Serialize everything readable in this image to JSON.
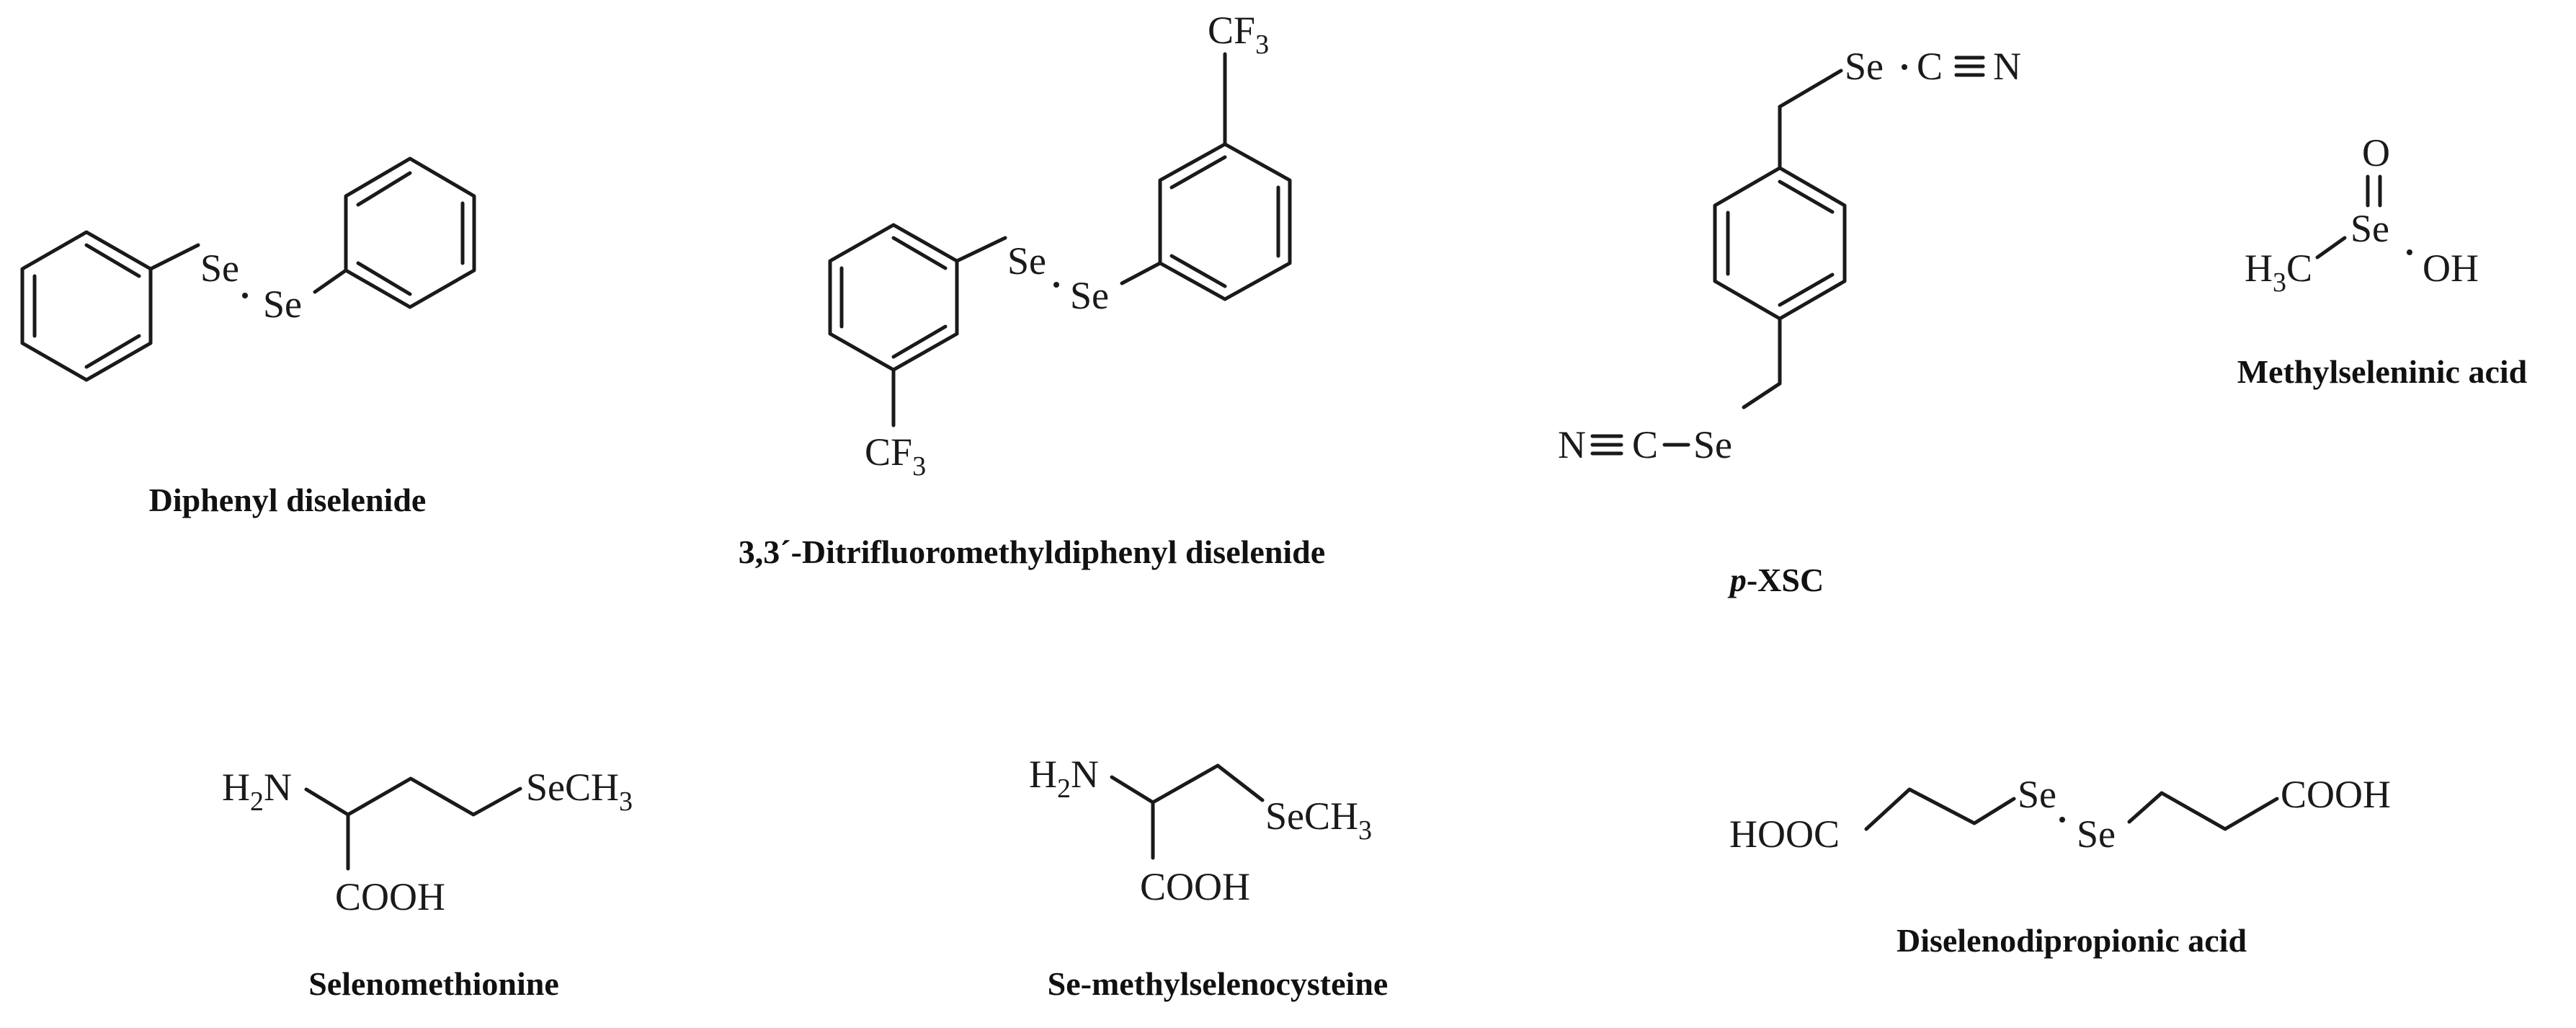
{
  "compounds": [
    {
      "name": "Diphenyl diselenide",
      "atoms": {
        "se1": "Se",
        "se2": "Se"
      }
    },
    {
      "name": "3,3´-Ditrifluoromethyldiphenyl diselenide",
      "atoms": {
        "se1": "Se",
        "se2": "Se",
        "cf3_top": "CF",
        "cf3_top_sub": "3",
        "cf3_bottom": "CF",
        "cf3_bottom_sub": "3"
      }
    },
    {
      "name_italic": "p",
      "name_rest": "-XSC",
      "atoms": {
        "top_se": "Se",
        "top_c": "C",
        "top_n": "N",
        "bottom_n": "N",
        "bottom_c": "C",
        "bottom_se": "Se"
      }
    },
    {
      "name": "Methylseleninic acid",
      "atoms": {
        "o": "O",
        "se": "Se",
        "h3c_h": "H",
        "h3c_sub": "3",
        "h3c_c": "C",
        "oh": "OH"
      }
    },
    {
      "name": "Selenomethionine",
      "atoms": {
        "h2n_h": "H",
        "h2n_sub": "2",
        "h2n_n": "N",
        "sech3": "SeCH",
        "sech3_sub": "3",
        "cooh": "COOH"
      }
    },
    {
      "name": "Se-methylselenocysteine",
      "atoms": {
        "h2n_h": "H",
        "h2n_sub": "2",
        "h2n_n": "N",
        "sech3": "SeCH",
        "sech3_sub": "3",
        "cooh": "COOH"
      }
    },
    {
      "name": "Diselenodipropionic acid",
      "atoms": {
        "hooc": "HOOC",
        "se1": "Se",
        "se2": "Se",
        "cooh": "COOH"
      }
    }
  ]
}
